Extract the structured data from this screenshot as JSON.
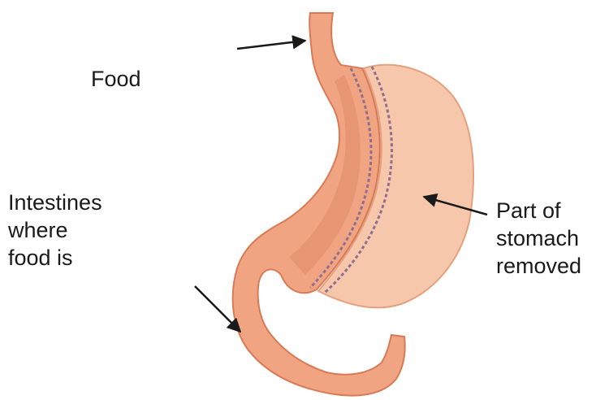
{
  "labels": {
    "food": "Food",
    "intestines": [
      "Intestines",
      "where",
      "food is"
    ],
    "part_removed": [
      "Part of",
      "stomach",
      "removed"
    ]
  },
  "colors": {
    "tissue": "#f0a481",
    "tissue_outline": "#d97a57",
    "tissue_shadow": "#df8a67",
    "removed_part": "#f7c7ac",
    "removed_outline": "#e5a07f",
    "staple_line": "#8f6f8e",
    "arrow": "#1a1a1a",
    "text": "#1a1a1a"
  }
}
